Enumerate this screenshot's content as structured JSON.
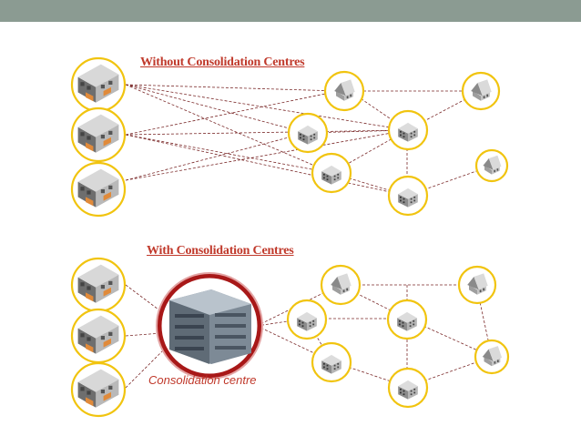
{
  "headings": {
    "without": "Without Consolidation Centres",
    "with": "With Consolidation Centres"
  },
  "labels": {
    "consolidation_centre": "Consolidation centre"
  },
  "colors": {
    "top_bar": "#8b9b92",
    "heading_text": "#c0392b",
    "circle_border": "#f1c40f",
    "centre_ring": "#a81818",
    "link_line": "#7b2a2a"
  },
  "icons": {
    "supplier": "industrial-complex-icon",
    "receiver_office": "office-building-icon",
    "receiver_house": "house-icon",
    "centre": "multistorey-building-icon"
  }
}
